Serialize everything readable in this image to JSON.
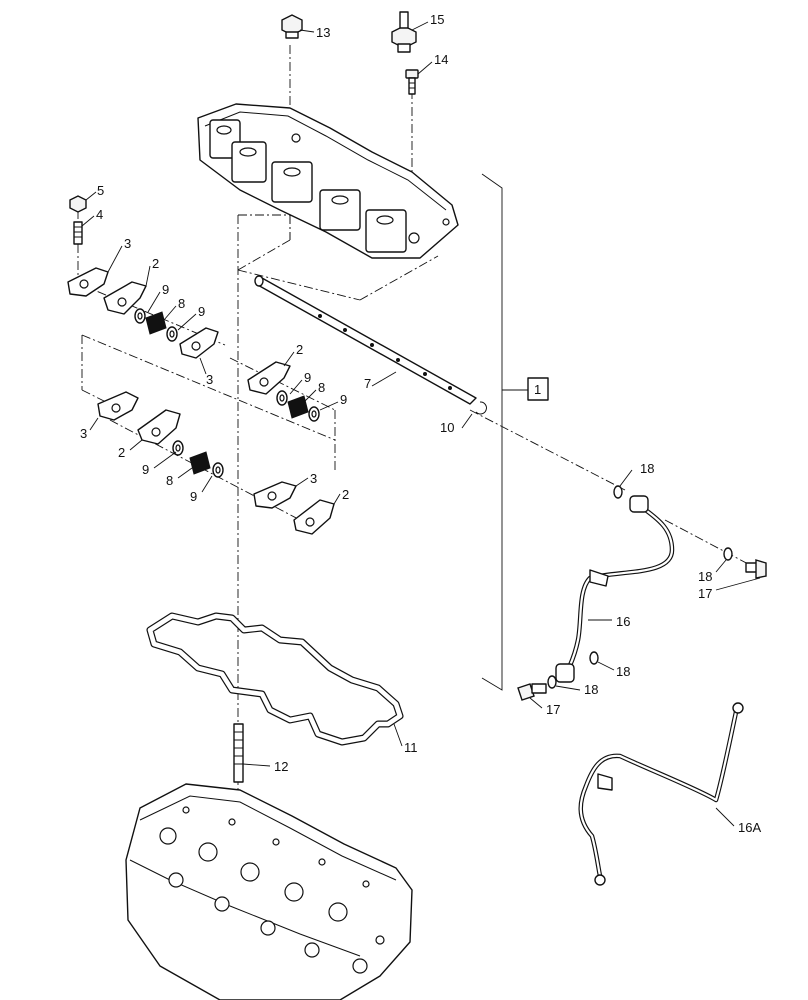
{
  "callouts": {
    "c1": "1",
    "c2a": "2",
    "c2b": "2",
    "c2c": "2",
    "c2d": "2",
    "c3a": "3",
    "c3b": "3",
    "c3c": "3",
    "c3d": "3",
    "c4": "4",
    "c5": "5",
    "c7": "7",
    "c8a": "8",
    "c8b": "8",
    "c8c": "8",
    "c9a": "9",
    "c9b": "9",
    "c9c": "9",
    "c9d": "9",
    "c9e": "9",
    "c9f": "9",
    "c10": "10",
    "c11": "11",
    "c12": "12",
    "c13": "13",
    "c14": "14",
    "c15": "15",
    "c16": "16",
    "c16a": "16A",
    "c17a": "17",
    "c17b": "17",
    "c18a": "18",
    "c18b": "18",
    "c18c": "18",
    "c18d": "18"
  }
}
